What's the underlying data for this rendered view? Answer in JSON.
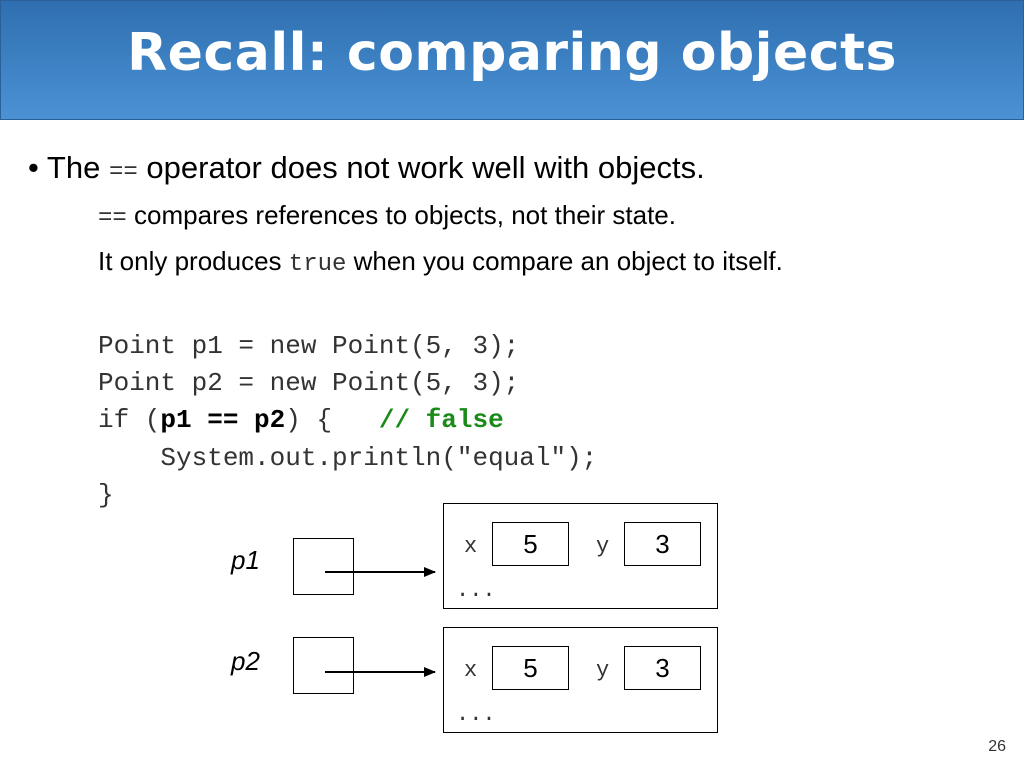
{
  "title": "Recall: comparing objects",
  "bullet": {
    "mark": "•",
    "pre": "The",
    "code": "==",
    "post": "operator does not work well with objects."
  },
  "sub1": {
    "code": "==",
    "text": "compares references to objects, not their state."
  },
  "sub2": {
    "pre": "It only produces",
    "code": "true",
    "post": "when you compare an object to itself."
  },
  "code_lines": {
    "line1": "Point p1 = new Point(5, 3);",
    "line2": "Point p2 = new Point(5, 3);",
    "line3_a": "if (",
    "line3_bold": "p1 == p2",
    "line3_b": ") {   ",
    "line3_comment": "// false",
    "line4": "    System.out.println(\"equal\");",
    "line5": "}"
  },
  "diagram": {
    "p1": {
      "label": "p1",
      "x_name": "x",
      "x_value": "5",
      "y_name": "y",
      "y_value": "3",
      "ellipsis": "..."
    },
    "p2": {
      "label": "p2",
      "x_name": "x",
      "x_value": "5",
      "y_name": "y",
      "y_value": "3",
      "ellipsis": "..."
    }
  },
  "page_number": "26",
  "colors": {
    "title_bar": "#3f84c6",
    "comment": "#1a8a1a"
  }
}
